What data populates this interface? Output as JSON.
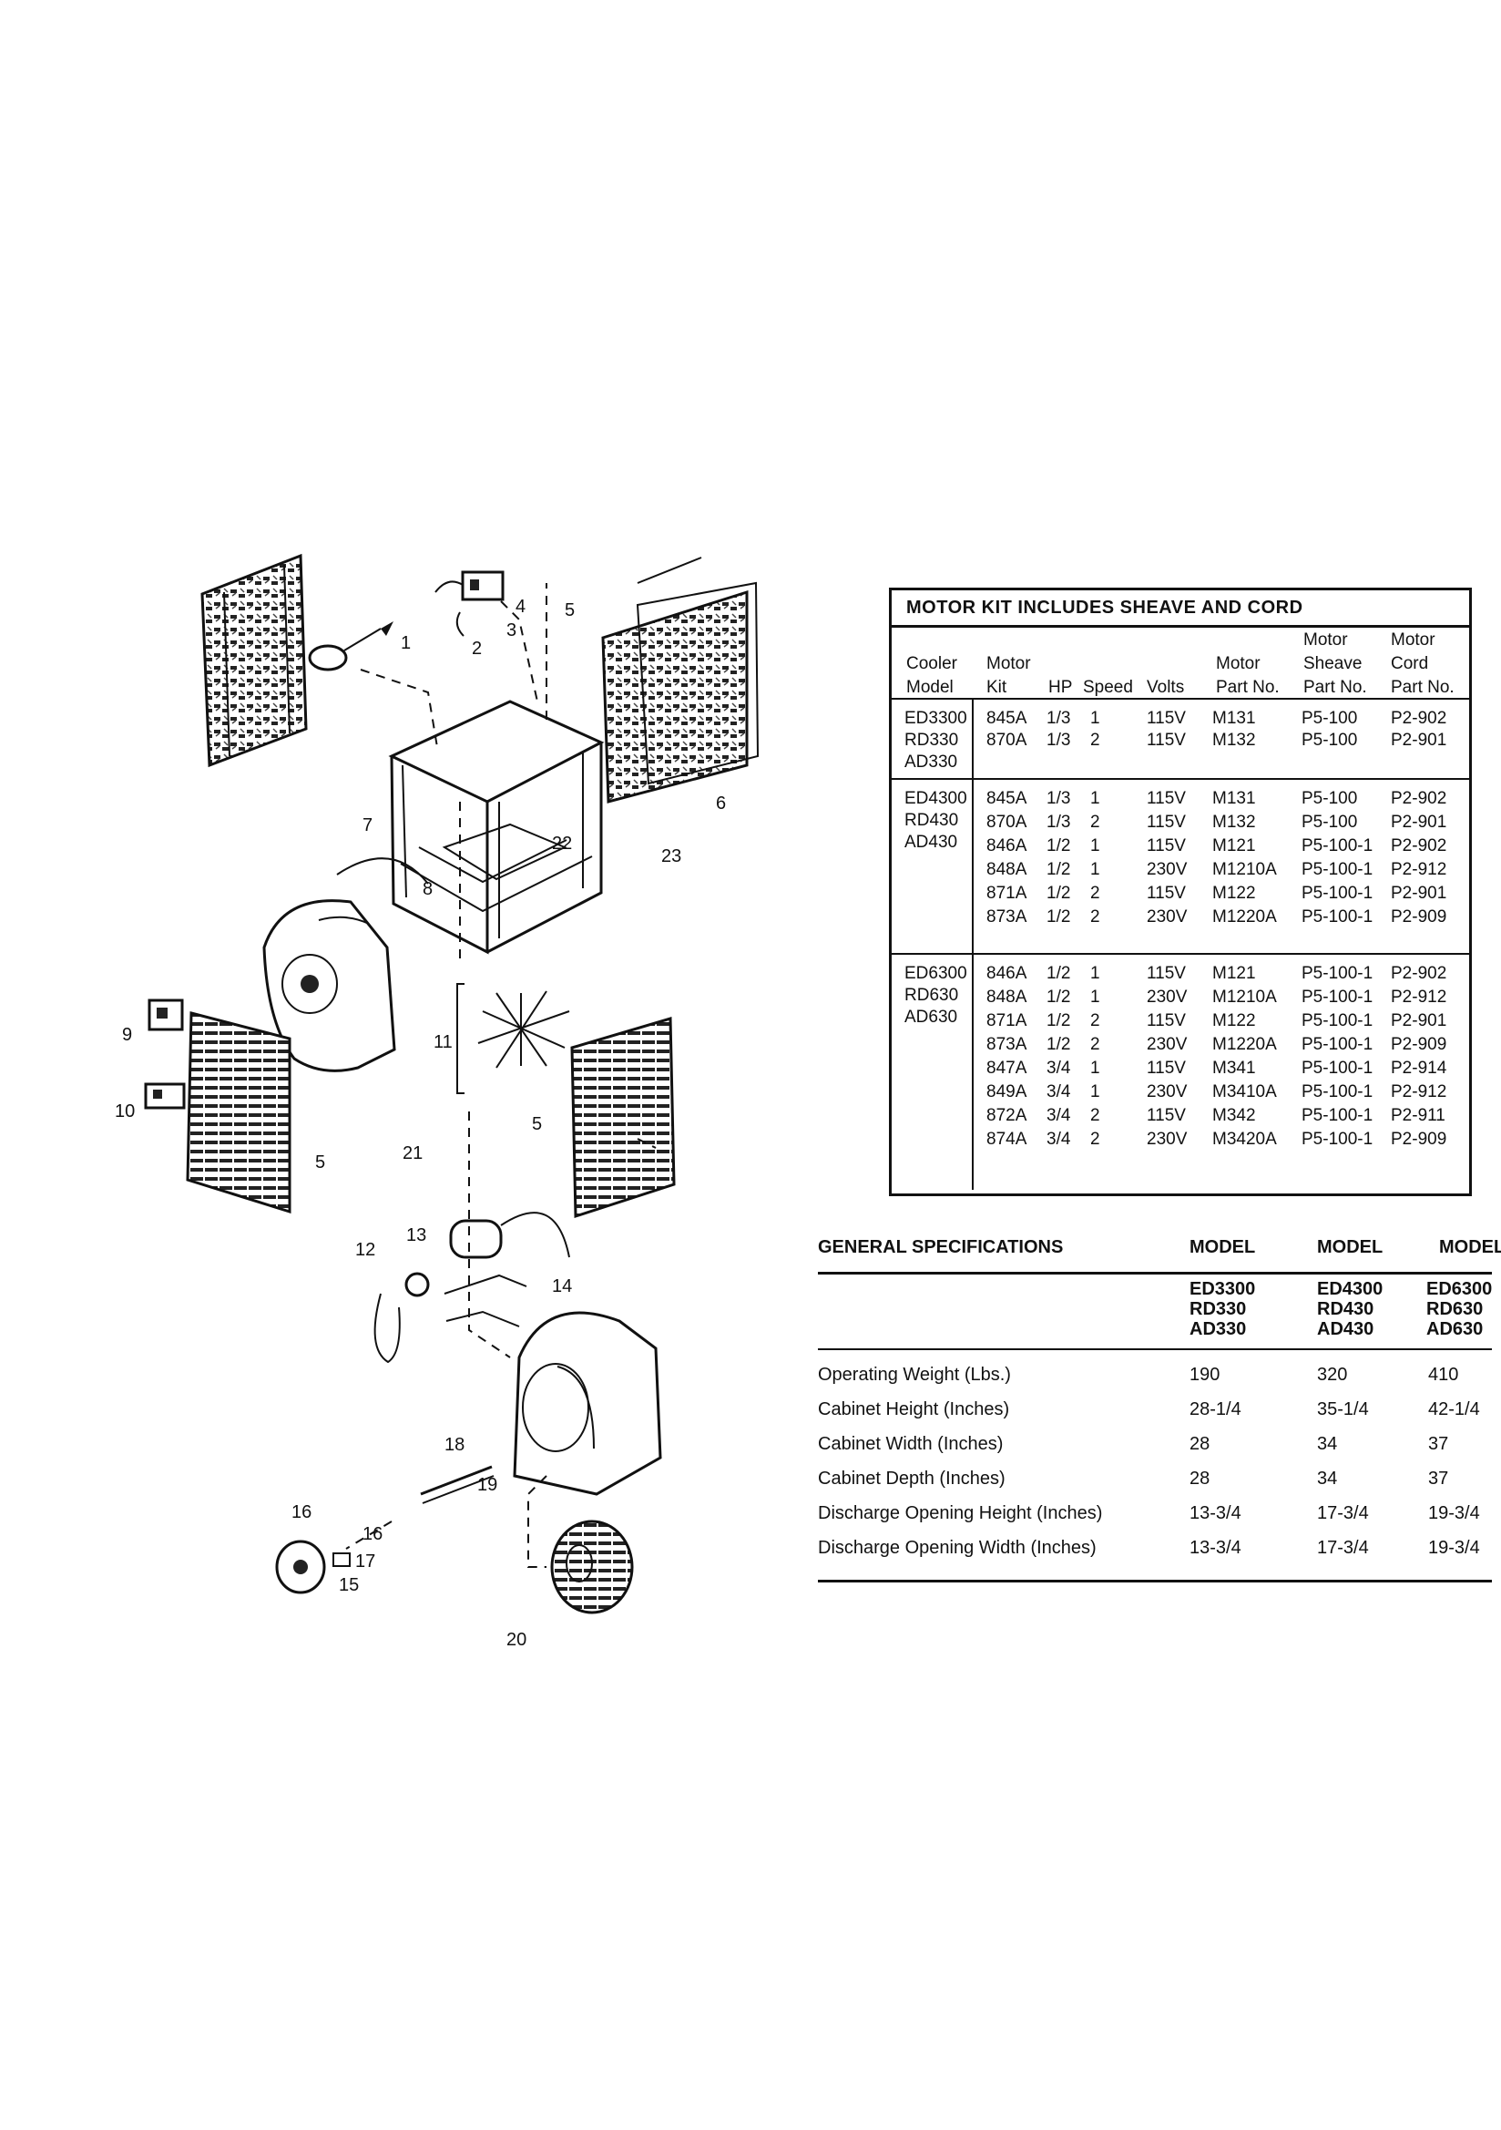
{
  "callouts": [
    "1",
    "2",
    "3",
    "4",
    "5",
    "6",
    "7",
    "8",
    "9",
    "10",
    "11",
    "12",
    "13",
    "14",
    "15",
    "16",
    "17",
    "18",
    "19",
    "20",
    "21",
    "22",
    "23"
  ],
  "motor_table": {
    "title": "MOTOR KIT INCLUDES SHEAVE AND CORD",
    "headers": {
      "cooler_model": [
        "Cooler",
        "Model"
      ],
      "motor_kit": [
        "Motor",
        "Kit"
      ],
      "hp": "HP",
      "speed": "Speed",
      "volts": "Volts",
      "motor_part": [
        "Motor",
        "Part No."
      ],
      "sheave_part": [
        "Motor",
        "Sheave",
        "Part No."
      ],
      "cord_part": [
        "Motor",
        "Cord",
        "Part No."
      ]
    },
    "groups": [
      {
        "models": [
          "ED3300",
          "RD330",
          "AD330"
        ],
        "rows": [
          {
            "kit": "845A",
            "hp": "1/3",
            "speed": "1",
            "volts": "115V",
            "motor": "M131",
            "sheave": "P5-100",
            "cord": "P2-902"
          },
          {
            "kit": "870A",
            "hp": "1/3",
            "speed": "2",
            "volts": "115V",
            "motor": "M132",
            "sheave": "P5-100",
            "cord": "P2-901"
          }
        ]
      },
      {
        "models": [
          "ED4300",
          "RD430",
          "AD430"
        ],
        "rows": [
          {
            "kit": "845A",
            "hp": "1/3",
            "speed": "1",
            "volts": "115V",
            "motor": "M131",
            "sheave": "P5-100",
            "cord": "P2-902"
          },
          {
            "kit": "870A",
            "hp": "1/3",
            "speed": "2",
            "volts": "115V",
            "motor": "M132",
            "sheave": "P5-100",
            "cord": "P2-901"
          },
          {
            "kit": "846A",
            "hp": "1/2",
            "speed": "1",
            "volts": "115V",
            "motor": "M121",
            "sheave": "P5-100-1",
            "cord": "P2-902"
          },
          {
            "kit": "848A",
            "hp": "1/2",
            "speed": "1",
            "volts": "230V",
            "motor": "M1210A",
            "sheave": "P5-100-1",
            "cord": "P2-912"
          },
          {
            "kit": "871A",
            "hp": "1/2",
            "speed": "2",
            "volts": "115V",
            "motor": "M122",
            "sheave": "P5-100-1",
            "cord": "P2-901"
          },
          {
            "kit": "873A",
            "hp": "1/2",
            "speed": "2",
            "volts": "230V",
            "motor": "M1220A",
            "sheave": "P5-100-1",
            "cord": "P2-909"
          }
        ]
      },
      {
        "models": [
          "ED6300",
          "RD630",
          "AD630"
        ],
        "rows": [
          {
            "kit": "846A",
            "hp": "1/2",
            "speed": "1",
            "volts": "115V",
            "motor": "M121",
            "sheave": "P5-100-1",
            "cord": "P2-902"
          },
          {
            "kit": "848A",
            "hp": "1/2",
            "speed": "1",
            "volts": "230V",
            "motor": "M1210A",
            "sheave": "P5-100-1",
            "cord": "P2-912"
          },
          {
            "kit": "871A",
            "hp": "1/2",
            "speed": "2",
            "volts": "115V",
            "motor": "M122",
            "sheave": "P5-100-1",
            "cord": "P2-901"
          },
          {
            "kit": "873A",
            "hp": "1/2",
            "speed": "2",
            "volts": "230V",
            "motor": "M1220A",
            "sheave": "P5-100-1",
            "cord": "P2-909"
          },
          {
            "kit": "847A",
            "hp": "3/4",
            "speed": "1",
            "volts": "115V",
            "motor": "M341",
            "sheave": "P5-100-1",
            "cord": "P2-914"
          },
          {
            "kit": "849A",
            "hp": "3/4",
            "speed": "1",
            "volts": "230V",
            "motor": "M3410A",
            "sheave": "P5-100-1",
            "cord": "P2-912"
          },
          {
            "kit": "872A",
            "hp": "3/4",
            "speed": "2",
            "volts": "115V",
            "motor": "M342",
            "sheave": "P5-100-1",
            "cord": "P2-911"
          },
          {
            "kit": "874A",
            "hp": "3/4",
            "speed": "2",
            "volts": "230V",
            "motor": "M3420A",
            "sheave": "P5-100-1",
            "cord": "P2-909"
          }
        ]
      }
    ]
  },
  "general_specs": {
    "title": "GENERAL SPECIFICATIONS",
    "column_header": "MODEL",
    "models": [
      [
        "ED3300",
        "RD330",
        "AD330"
      ],
      [
        "ED4300",
        "RD430",
        "AD430"
      ],
      [
        "ED6300",
        "RD630",
        "AD630"
      ]
    ],
    "rows": [
      {
        "label": "Operating Weight (Lbs.)",
        "values": [
          "190",
          "320",
          "410"
        ]
      },
      {
        "label": "Cabinet Height (Inches)",
        "values": [
          "28-1/4",
          "35-1/4",
          "42-1/4"
        ]
      },
      {
        "label": "Cabinet Width (Inches)",
        "values": [
          "28",
          "34",
          "37"
        ]
      },
      {
        "label": "Cabinet Depth (Inches)",
        "values": [
          "28",
          "34",
          "37"
        ]
      },
      {
        "label": "Discharge Opening Height (Inches)",
        "values": [
          "13-3/4",
          "17-3/4",
          "19-3/4"
        ]
      },
      {
        "label": "Discharge Opening Width (Inches)",
        "values": [
          "13-3/4",
          "17-3/4",
          "19-3/4"
        ]
      }
    ]
  }
}
